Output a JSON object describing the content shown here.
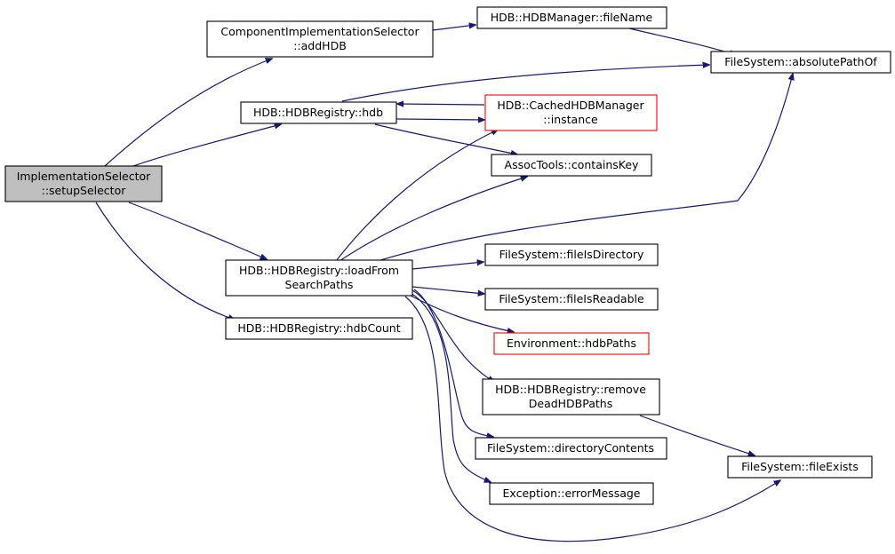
{
  "colors": {
    "edge": "#191970",
    "box_border": "#000000",
    "box_border_incomplete": "#ff0000",
    "root_fill": "#bfbfbf",
    "background": "#ffffff"
  },
  "nodes": {
    "root": {
      "line1": "ImplementationSelector",
      "line2": "::setupSelector"
    },
    "addHDB": {
      "line1": "ComponentImplementationSelector",
      "line2": "::addHDB"
    },
    "fileName": {
      "line1": "HDB::HDBManager::fileName"
    },
    "absolutePathOf": {
      "line1": "FileSystem::absolutePathOf"
    },
    "hdb": {
      "line1": "HDB::HDBRegistry::hdb"
    },
    "cachedInstance": {
      "line1": "HDB::CachedHDBManager",
      "line2": "::instance"
    },
    "containsKey": {
      "line1": "AssocTools::containsKey"
    },
    "loadFromSearchPaths": {
      "line1": "HDB::HDBRegistry::loadFrom",
      "line2": "SearchPaths"
    },
    "hdbCount": {
      "line1": "HDB::HDBRegistry::hdbCount"
    },
    "fileIsDirectory": {
      "line1": "FileSystem::fileIsDirectory"
    },
    "fileIsReadable": {
      "line1": "FileSystem::fileIsReadable"
    },
    "hdbPaths": {
      "line1": "Environment::hdbPaths"
    },
    "removeDeadHDBPaths": {
      "line1": "HDB::HDBRegistry::remove",
      "line2": "DeadHDBPaths"
    },
    "directoryContents": {
      "line1": "FileSystem::directoryContents"
    },
    "fileExists": {
      "line1": "FileSystem::fileExists"
    },
    "errorMessage": {
      "line1": "Exception::errorMessage"
    }
  }
}
